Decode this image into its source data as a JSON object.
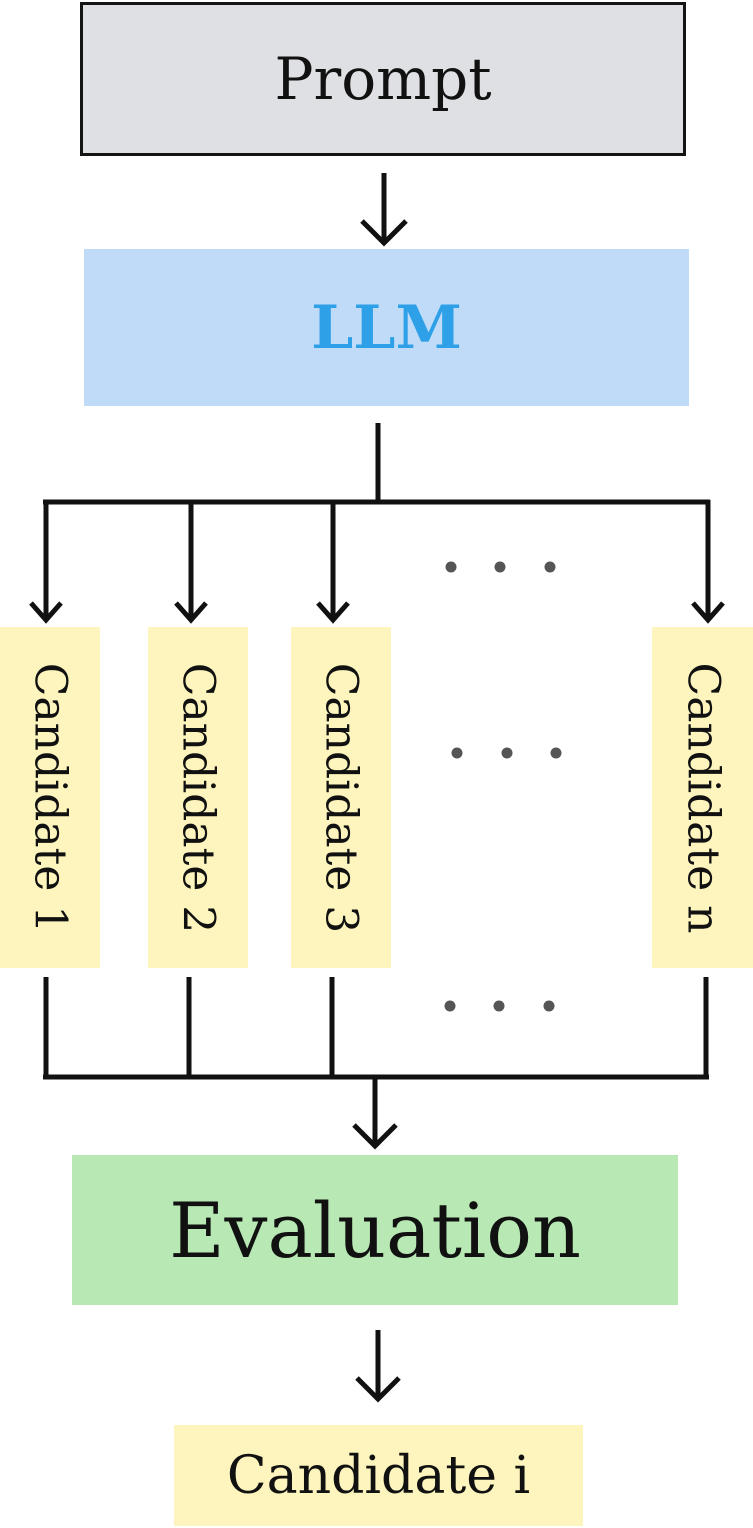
{
  "prompt": {
    "label": "Prompt"
  },
  "llm": {
    "label": "LLM"
  },
  "candidates": [
    {
      "label": "Candidate 1"
    },
    {
      "label": "Candidate 2"
    },
    {
      "label": "Candidate 3"
    },
    {
      "label": "Candidate n"
    }
  ],
  "evaluation": {
    "label": "Evaluation"
  },
  "result": {
    "label": "Candidate i"
  },
  "colors": {
    "prompt_fill": "#dfe0e3",
    "llm_fill": "#c0dbf8",
    "llm_text": "#2da0e8",
    "candidate_fill": "#fdf5bd",
    "evaluation_fill": "#b8e8b4",
    "line": "#111111",
    "ellipsis_dot": "#555555"
  }
}
